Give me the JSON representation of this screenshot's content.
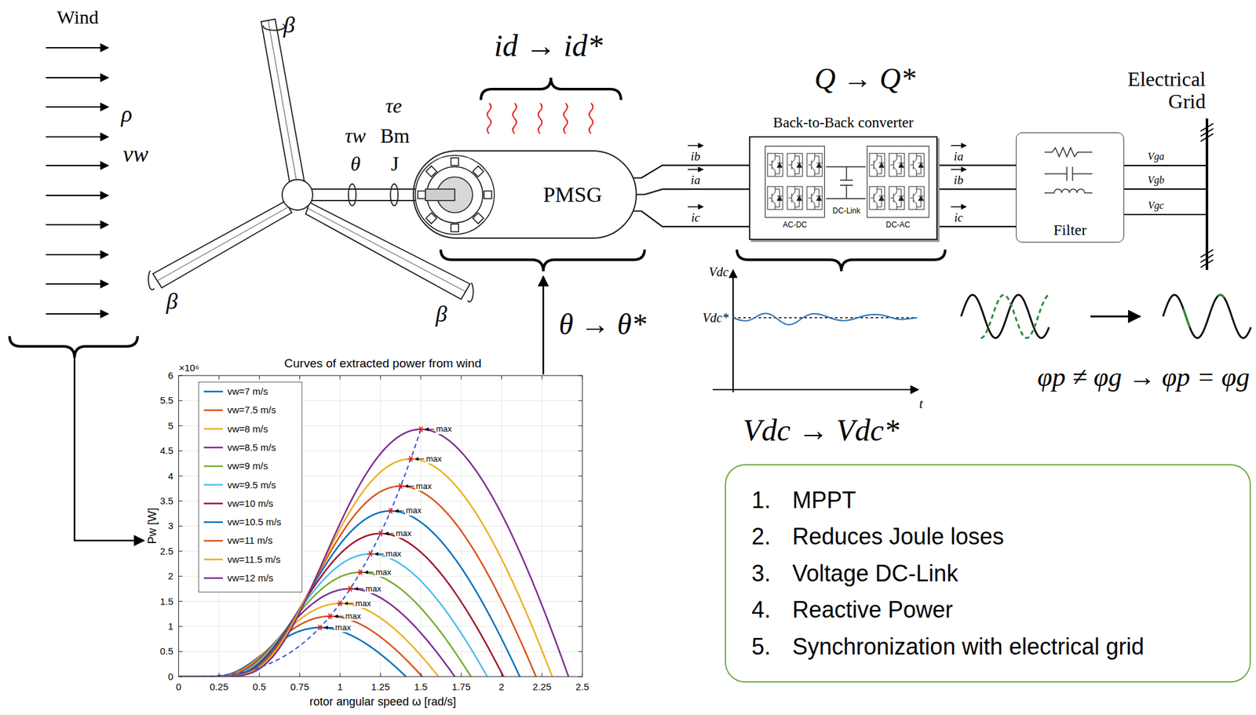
{
  "diagram": {
    "nodes": [
      {
        "text": [
          "PMSG"
        ]
      },
      {
        "text": [
          "Back-to-Back converter"
        ]
      },
      {
        "text": [
          "AC-DC"
        ],
        "in": 1
      },
      {
        "text": [
          "DC-AC"
        ],
        "in": 1
      },
      {
        "text": [
          "Filter"
        ]
      },
      {
        "text": [
          "1.",
          "MPPT",
          "2.",
          "Reduces Joule loses",
          "3.",
          "Voltage DC-Link",
          "4.",
          "Reactive Power",
          "5.",
          "Synchronization with electrical grid"
        ]
      }
    ],
    "edges": [
      {
        "from": 0,
        "to": 1,
        "arrow": "none",
        "label": "ib"
      },
      {
        "from": 0,
        "to": 1,
        "arrow": "none",
        "label": "ia"
      },
      {
        "from": 0,
        "to": 1,
        "arrow": "none",
        "label": "ic"
      },
      {
        "from": 1,
        "to": 4,
        "arrow": "none",
        "label": "ia"
      },
      {
        "from": 1,
        "to": 4,
        "arrow": "none",
        "label": "ib"
      },
      {
        "from": 1,
        "to": 4,
        "arrow": "none",
        "label": "ic"
      }
    ],
    "labels": [
      "Wind",
      "ρ",
      "vw",
      "β",
      "β",
      "β",
      "τw",
      "θ",
      "τe",
      "Bm",
      "J",
      "id → id*",
      "θ → θ*",
      "Q → Q*",
      "DC-Link",
      "Vga",
      "Vgb",
      "Vgc",
      "Electrical Grid",
      "Vdc",
      "Vdc*",
      "t",
      "Vdc → Vdc*",
      "φp ≠ φg → φp = φg",
      "Curves of extracted power from wind",
      "×10⁶",
      "Pw [W]",
      "rotor angular speed ω [rad/s]",
      "0",
      "0.5",
      "1",
      "1.5",
      "2",
      "2.5",
      "3",
      "3.5",
      "4",
      "4.5",
      "5",
      "5.5",
      "6",
      "0",
      "0.25",
      "0.5",
      "0.75",
      "1",
      "1.25",
      "1.5",
      "1.75",
      "2",
      "2.25",
      "2.5",
      "max",
      "max",
      "max",
      "max",
      "max",
      "max",
      "max",
      "max",
      "max",
      "max",
      "max"
    ],
    "legend": [
      {
        "text": "vw=7 m/s"
      },
      {
        "text": "vw=7.5 m/s"
      },
      {
        "text": "vw=8 m/s"
      },
      {
        "text": "vw=8.5 m/s"
      },
      {
        "text": "vw=9 m/s"
      },
      {
        "text": "vw=9.5 m/s"
      },
      {
        "text": "vw=10 m/s"
      },
      {
        "text": "vw=10.5 m/s"
      },
      {
        "text": "vw=11 m/s"
      },
      {
        "text": "vw=11.5 m/s"
      },
      {
        "text": "vw=12 m/s"
      }
    ]
  }
}
